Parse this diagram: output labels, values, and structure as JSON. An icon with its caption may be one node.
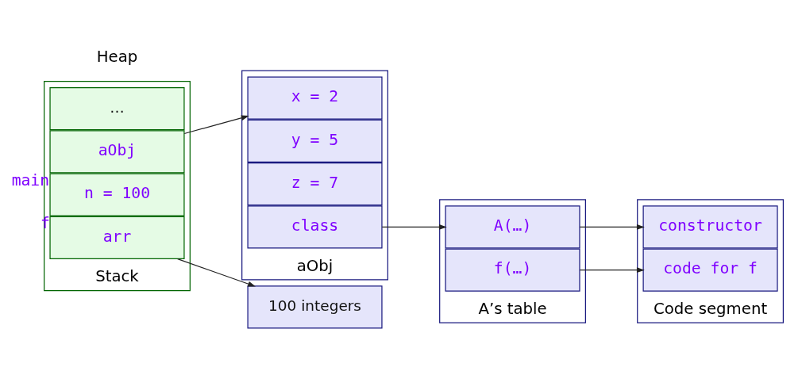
{
  "diagram": {
    "nodes": [
      {
        "text": [
          "Stack"
        ]
      },
      {
        "text": [
          "…"
        ],
        "in": 0
      },
      {
        "text": [
          "aObj"
        ],
        "in": 0,
        "beside": [
          "main"
        ]
      },
      {
        "text": [
          "n = 100"
        ],
        "in": 0,
        "beside": [
          "f"
        ]
      },
      {
        "text": [
          "arr"
        ],
        "in": 0
      },
      {
        "text": [
          "aObj"
        ]
      },
      {
        "text": [
          "x = 2"
        ],
        "in": 5
      },
      {
        "text": [
          "y = 5"
        ],
        "in": 5
      },
      {
        "text": [
          "z = 7"
        ],
        "in": 5
      },
      {
        "text": [
          "class"
        ],
        "in": 5
      },
      {
        "text": [
          "100 integers"
        ]
      },
      {
        "text": [
          "A’s table"
        ]
      },
      {
        "text": [
          "A(…)"
        ],
        "in": 11
      },
      {
        "text": [
          "f(…)"
        ],
        "in": 11
      },
      {
        "text": [
          "Code segment"
        ]
      },
      {
        "text": [
          "constructor"
        ],
        "in": 14
      },
      {
        "text": [
          "code for f"
        ],
        "in": 14
      }
    ],
    "edges": [
      {
        "from": 2,
        "to": 6,
        "arrow": "to"
      },
      {
        "from": 4,
        "to": 10,
        "arrow": "to"
      },
      {
        "from": 9,
        "to": 12,
        "arrow": "to"
      },
      {
        "from": 12,
        "to": 15,
        "arrow": "to"
      },
      {
        "from": 13,
        "to": 16,
        "arrow": "to"
      }
    ],
    "labels": [
      "Heap"
    ]
  }
}
